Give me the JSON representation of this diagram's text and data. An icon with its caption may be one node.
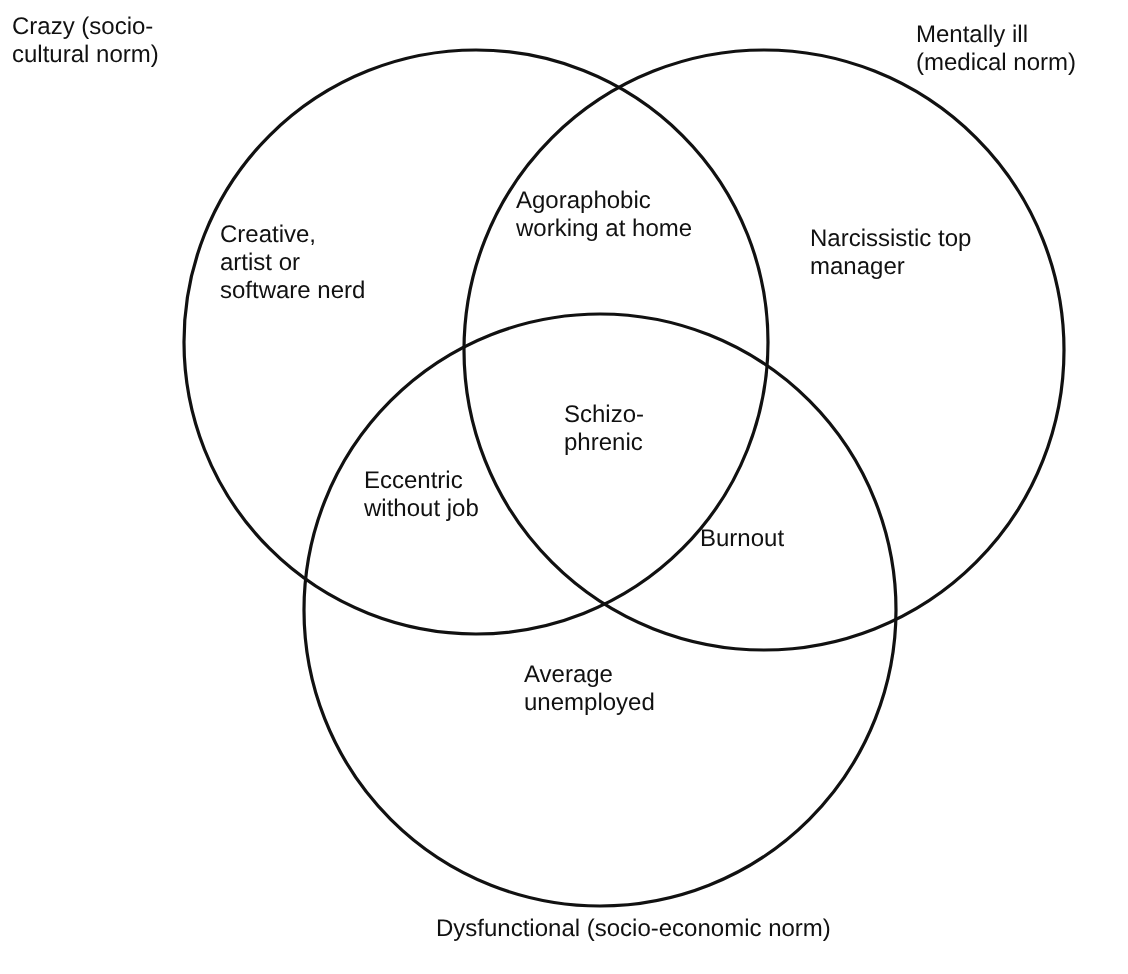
{
  "diagram": {
    "nodes": [
      {
        "text": [
          "Crazy (socio-cultural norm)"
        ]
      },
      {
        "text": [
          "Mentally ill (medical norm)"
        ]
      },
      {
        "text": [
          "Dysfunctional (socio-economic norm)"
        ]
      }
    ],
    "edges": [],
    "labels": [
      "Creative, artist or software nerd",
      "Agoraphobic working at home",
      "Narcissistic top manager",
      "Schizo-phrenic",
      "Eccentric without job",
      "Burnout",
      "Average unemployed"
    ]
  }
}
